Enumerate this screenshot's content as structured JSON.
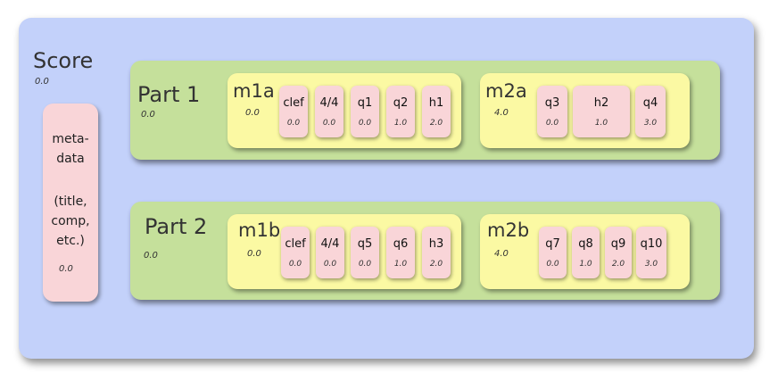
{
  "score": {
    "label": "Score",
    "offset": "0.0",
    "metadata": {
      "lines": [
        "meta-",
        "data",
        "(title,",
        "comp,",
        "etc.)"
      ],
      "offset": "0.0"
    },
    "parts": [
      {
        "label": "Part 1",
        "offset": "0.0",
        "measures": [
          {
            "label": "m1a",
            "offset": "0.0",
            "events": [
              {
                "label": "clef",
                "offset": "0.0"
              },
              {
                "label": "4/4",
                "offset": "0.0"
              },
              {
                "label": "q1",
                "offset": "0.0"
              },
              {
                "label": "q2",
                "offset": "1.0"
              },
              {
                "label": "h1",
                "offset": "2.0"
              }
            ]
          },
          {
            "label": "m2a",
            "offset": "4.0",
            "events": [
              {
                "label": "q3",
                "offset": "0.0"
              },
              {
                "label": "h2",
                "offset": "1.0"
              },
              {
                "label": "q4",
                "offset": "3.0"
              }
            ]
          }
        ]
      },
      {
        "label": "Part 2",
        "offset": "0.0",
        "measures": [
          {
            "label": "m1b",
            "offset": "0.0",
            "events": [
              {
                "label": "clef",
                "offset": "0.0"
              },
              {
                "label": "4/4",
                "offset": "0.0"
              },
              {
                "label": "q5",
                "offset": "0.0"
              },
              {
                "label": "q6",
                "offset": "1.0"
              },
              {
                "label": "h3",
                "offset": "2.0"
              }
            ]
          },
          {
            "label": "m2b",
            "offset": "4.0",
            "events": [
              {
                "label": "q7",
                "offset": "0.0"
              },
              {
                "label": "q8",
                "offset": "1.0"
              },
              {
                "label": "q9",
                "offset": "2.0"
              },
              {
                "label": "q10",
                "offset": "3.0"
              }
            ]
          }
        ]
      }
    ]
  }
}
